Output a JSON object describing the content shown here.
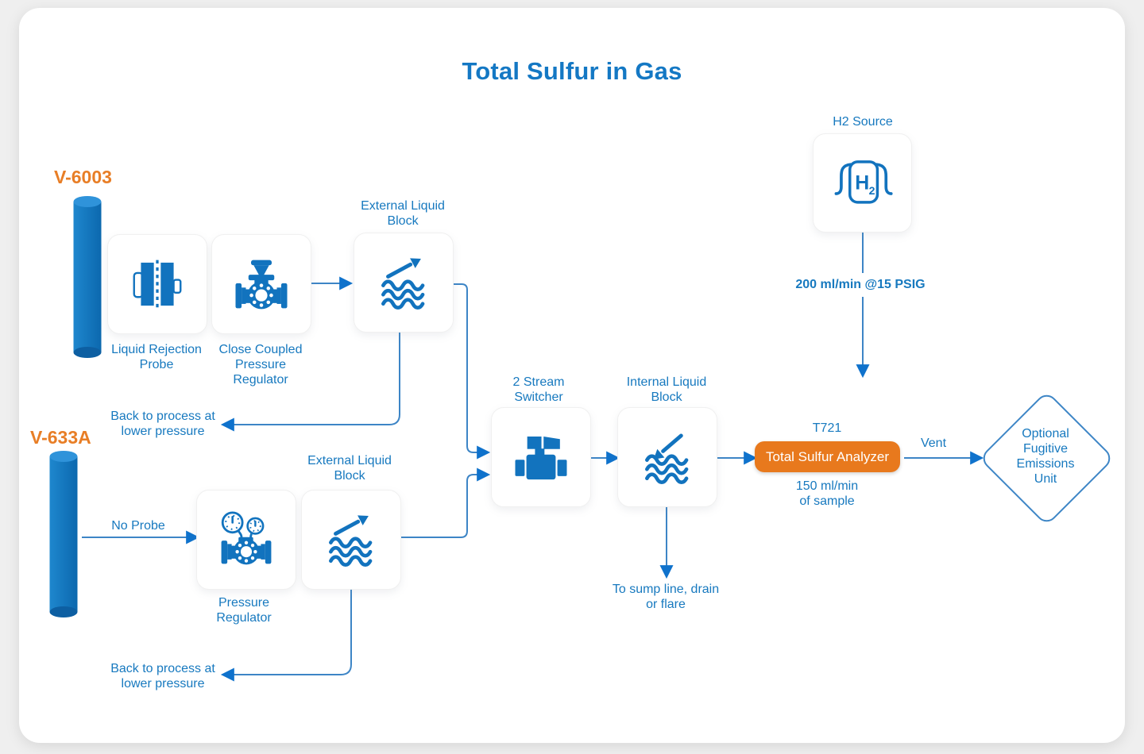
{
  "title": "Total Sulfur in Gas",
  "colors": {
    "primary_blue": "#1273BE",
    "text_blue": "#1779BF",
    "line_blue": "#3D85C6",
    "arrow_blue": "#0F72CC",
    "orange": "#E87E26",
    "analyzer_orange": "#E8791D"
  },
  "vessels": {
    "v6003": "V-6003",
    "v633a": "V-633A"
  },
  "labels": {
    "liquid_rejection_probe": "Liquid Rejection\nProbe",
    "close_coupled_pressure_regulator": "Close Coupled\nPressure\nRegulator",
    "external_liquid_block_top": "External Liquid\nBlock",
    "external_liquid_block_bottom": "External Liquid\nBlock",
    "back_to_process_top": "Back to process at\nlower pressure",
    "back_to_process_bottom": "Back to process at\nlower pressure",
    "no_probe": "No Probe",
    "pressure_regulator": "Pressure\nRegulator",
    "two_stream_switcher": "2 Stream\nSwitcher",
    "internal_liquid_block": "Internal Liquid\nBlock",
    "to_sump": "To sump line, drain\nor flare",
    "h2_source": "H2 Source",
    "h2_flow_rate": "200 ml/min @15 PSIG",
    "analyzer_tag": "T721",
    "analyzer": "Total Sulfur Analyzer",
    "sample_flow_rate": "150 ml/min\nof sample",
    "vent": "Vent",
    "fugitive_unit": "Optional\nFugitive\nEmissions\nUnit",
    "h2_icon_letter": "H",
    "h2_icon_subscript": "2"
  }
}
